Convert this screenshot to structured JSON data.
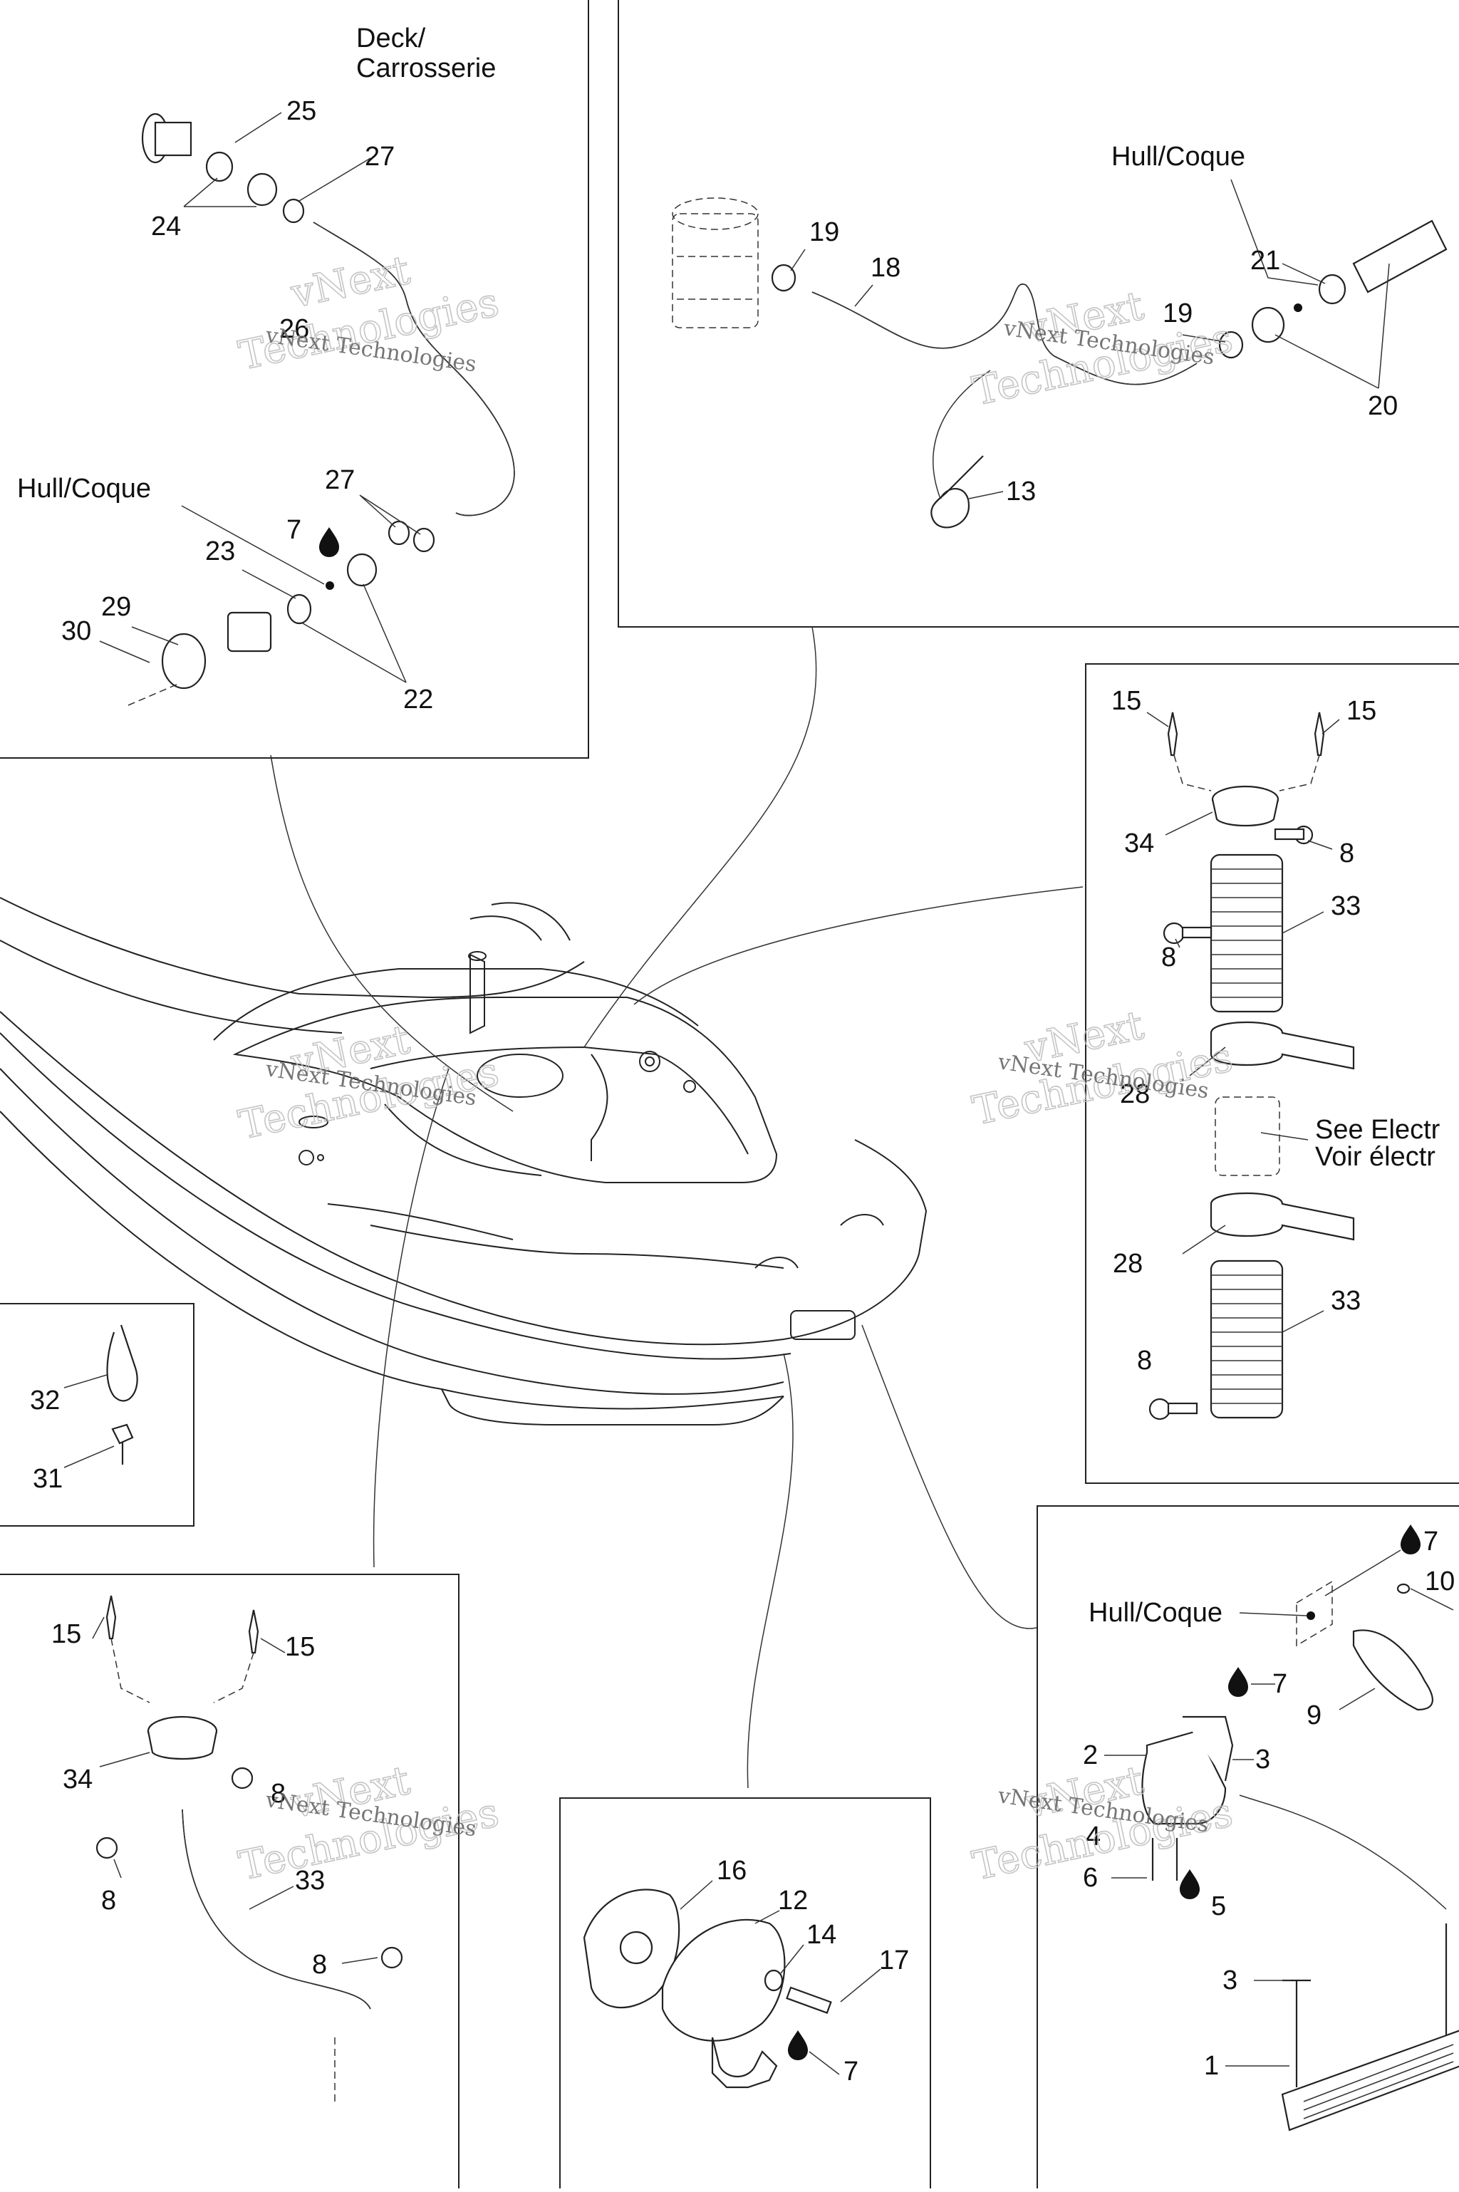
{
  "labels": {
    "deck": "Deck/",
    "carrosserie": "Carrosserie",
    "hull_left": "Hull/Coque",
    "hull_top_right": "Hull/Coque",
    "hull_bottom_right": "Hull/Coque",
    "see_electr": "See Electr",
    "voir_electr": "Voir électr"
  },
  "watermark": {
    "line1": "vNext",
    "line2": "Technologies",
    "line_small": "vNext Technologies"
  },
  "callouts": {
    "p1_25": "25",
    "p1_27": "27",
    "p1_24": "24",
    "p1_26": "26",
    "p1_27b": "27",
    "p1_7": "7",
    "p1_23": "23",
    "p1_29": "29",
    "p1_30": "30",
    "p1_22": "22",
    "p2_19": "19",
    "p2_18": "18",
    "p2_21": "21",
    "p2_19b": "19",
    "p2_20": "20",
    "p2_13": "13",
    "p3_15a": "15",
    "p3_15b": "15",
    "p3_34": "34",
    "p3_8a": "8",
    "p3_33a": "33",
    "p3_8b": "8",
    "p3_28a": "28",
    "p3_28b": "28",
    "p3_33b": "33",
    "p3_8c": "8",
    "p4_32": "32",
    "p4_31": "31",
    "p5_15a": "15",
    "p5_15b": "15",
    "p5_34": "34",
    "p5_8a": "8",
    "p5_8b": "8",
    "p5_33": "33",
    "p5_8c": "8",
    "p6_16": "16",
    "p6_12": "12",
    "p6_14": "14",
    "p6_17": "17",
    "p6_7": "7",
    "p7_7a": "7",
    "p7_10": "10",
    "p7_9": "9",
    "p7_7b": "7",
    "p7_2": "2",
    "p7_3a": "3",
    "p7_4": "4",
    "p7_6": "6",
    "p7_5": "5",
    "p7_3b": "3",
    "p7_1": "1"
  }
}
